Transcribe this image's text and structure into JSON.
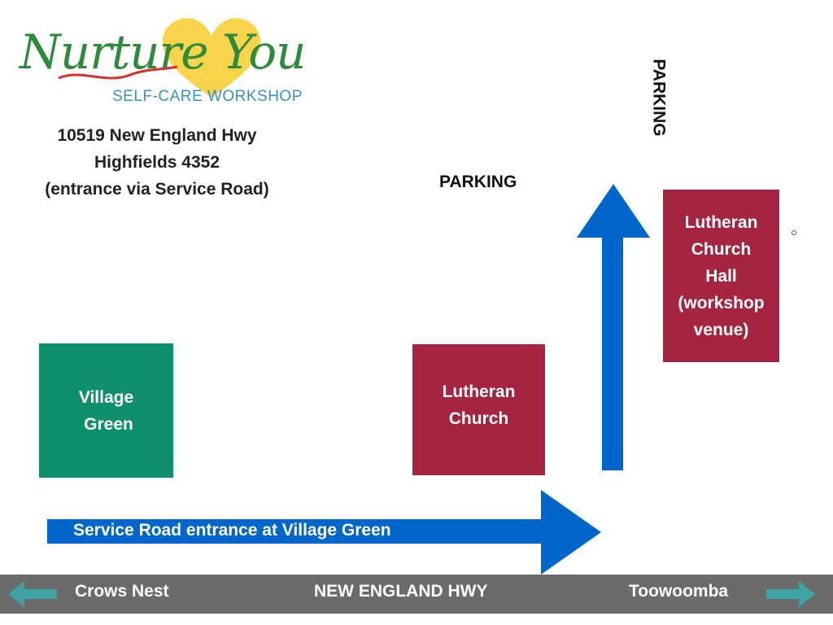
{
  "logo": {
    "script_text": "Nurture You",
    "subtitle": "SELF-CARE WORKSHOP"
  },
  "address": {
    "line1": "10519 New England Hwy",
    "line2": "Highfields  4352",
    "line3": "(entrance via Service Road)"
  },
  "labels": {
    "parking_top": "PARKING",
    "parking_vertical": "PARKING"
  },
  "blocks": {
    "village_green": {
      "line1": "Village",
      "line2": "Green"
    },
    "lutheran_church": {
      "line1": "Lutheran",
      "line2": "Church"
    },
    "church_hall": {
      "line1": "Lutheran",
      "line2": "Church",
      "line3": "Hall",
      "line4": "(workshop",
      "line5": "venue)"
    }
  },
  "service_road": {
    "label": "Service Road entrance at Village Green"
  },
  "highway": {
    "left_label": "Crows Nest",
    "center_label": "NEW ENGLAND HWY",
    "right_label": "Toowoomba"
  },
  "colors": {
    "green_block": "#0f8f6b",
    "red_block": "#a5243f",
    "arrow_blue": "#0066cc",
    "highway_grey": "#6b6b6b",
    "teal_arrow": "#3fa3a3",
    "logo_yellow": "#f7d44a",
    "logo_green": "#2e8b3c",
    "logo_red": "#d9302c",
    "logo_blue": "#3a8fc9"
  },
  "icons": [
    "heart-icon",
    "swoosh-icon",
    "arrow-right-icon",
    "arrow-up-icon",
    "arrow-left-icon"
  ]
}
